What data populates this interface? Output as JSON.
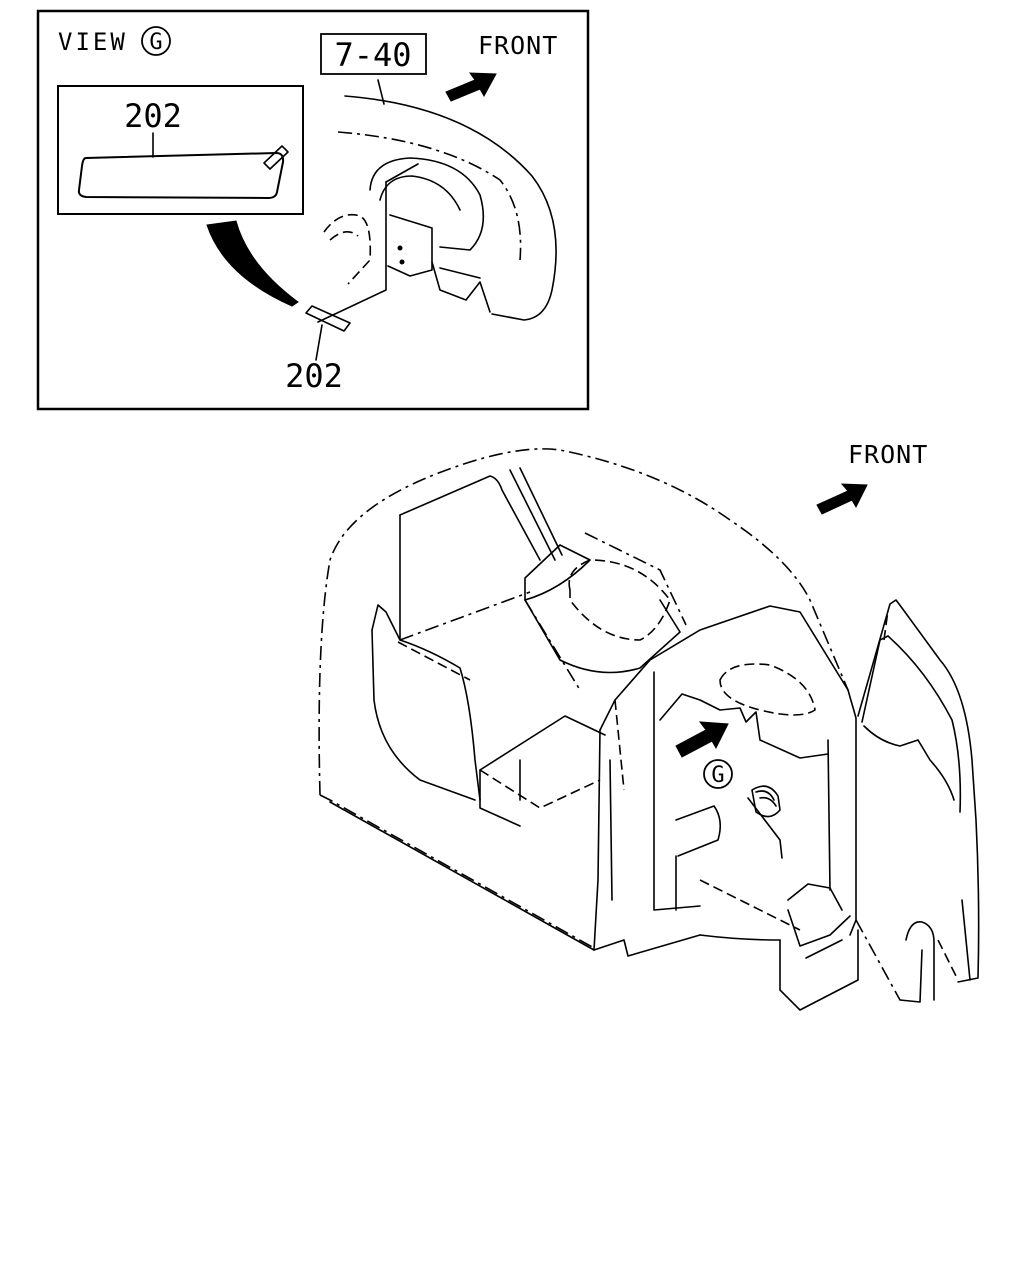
{
  "inset": {
    "view_text": "VIEW",
    "view_letter": "G",
    "ref_box": "7-40",
    "front_label": "FRONT",
    "part_number_top": "202",
    "part_number_bottom": "202"
  },
  "main": {
    "front_label": "FRONT",
    "view_marker_letter": "G"
  }
}
